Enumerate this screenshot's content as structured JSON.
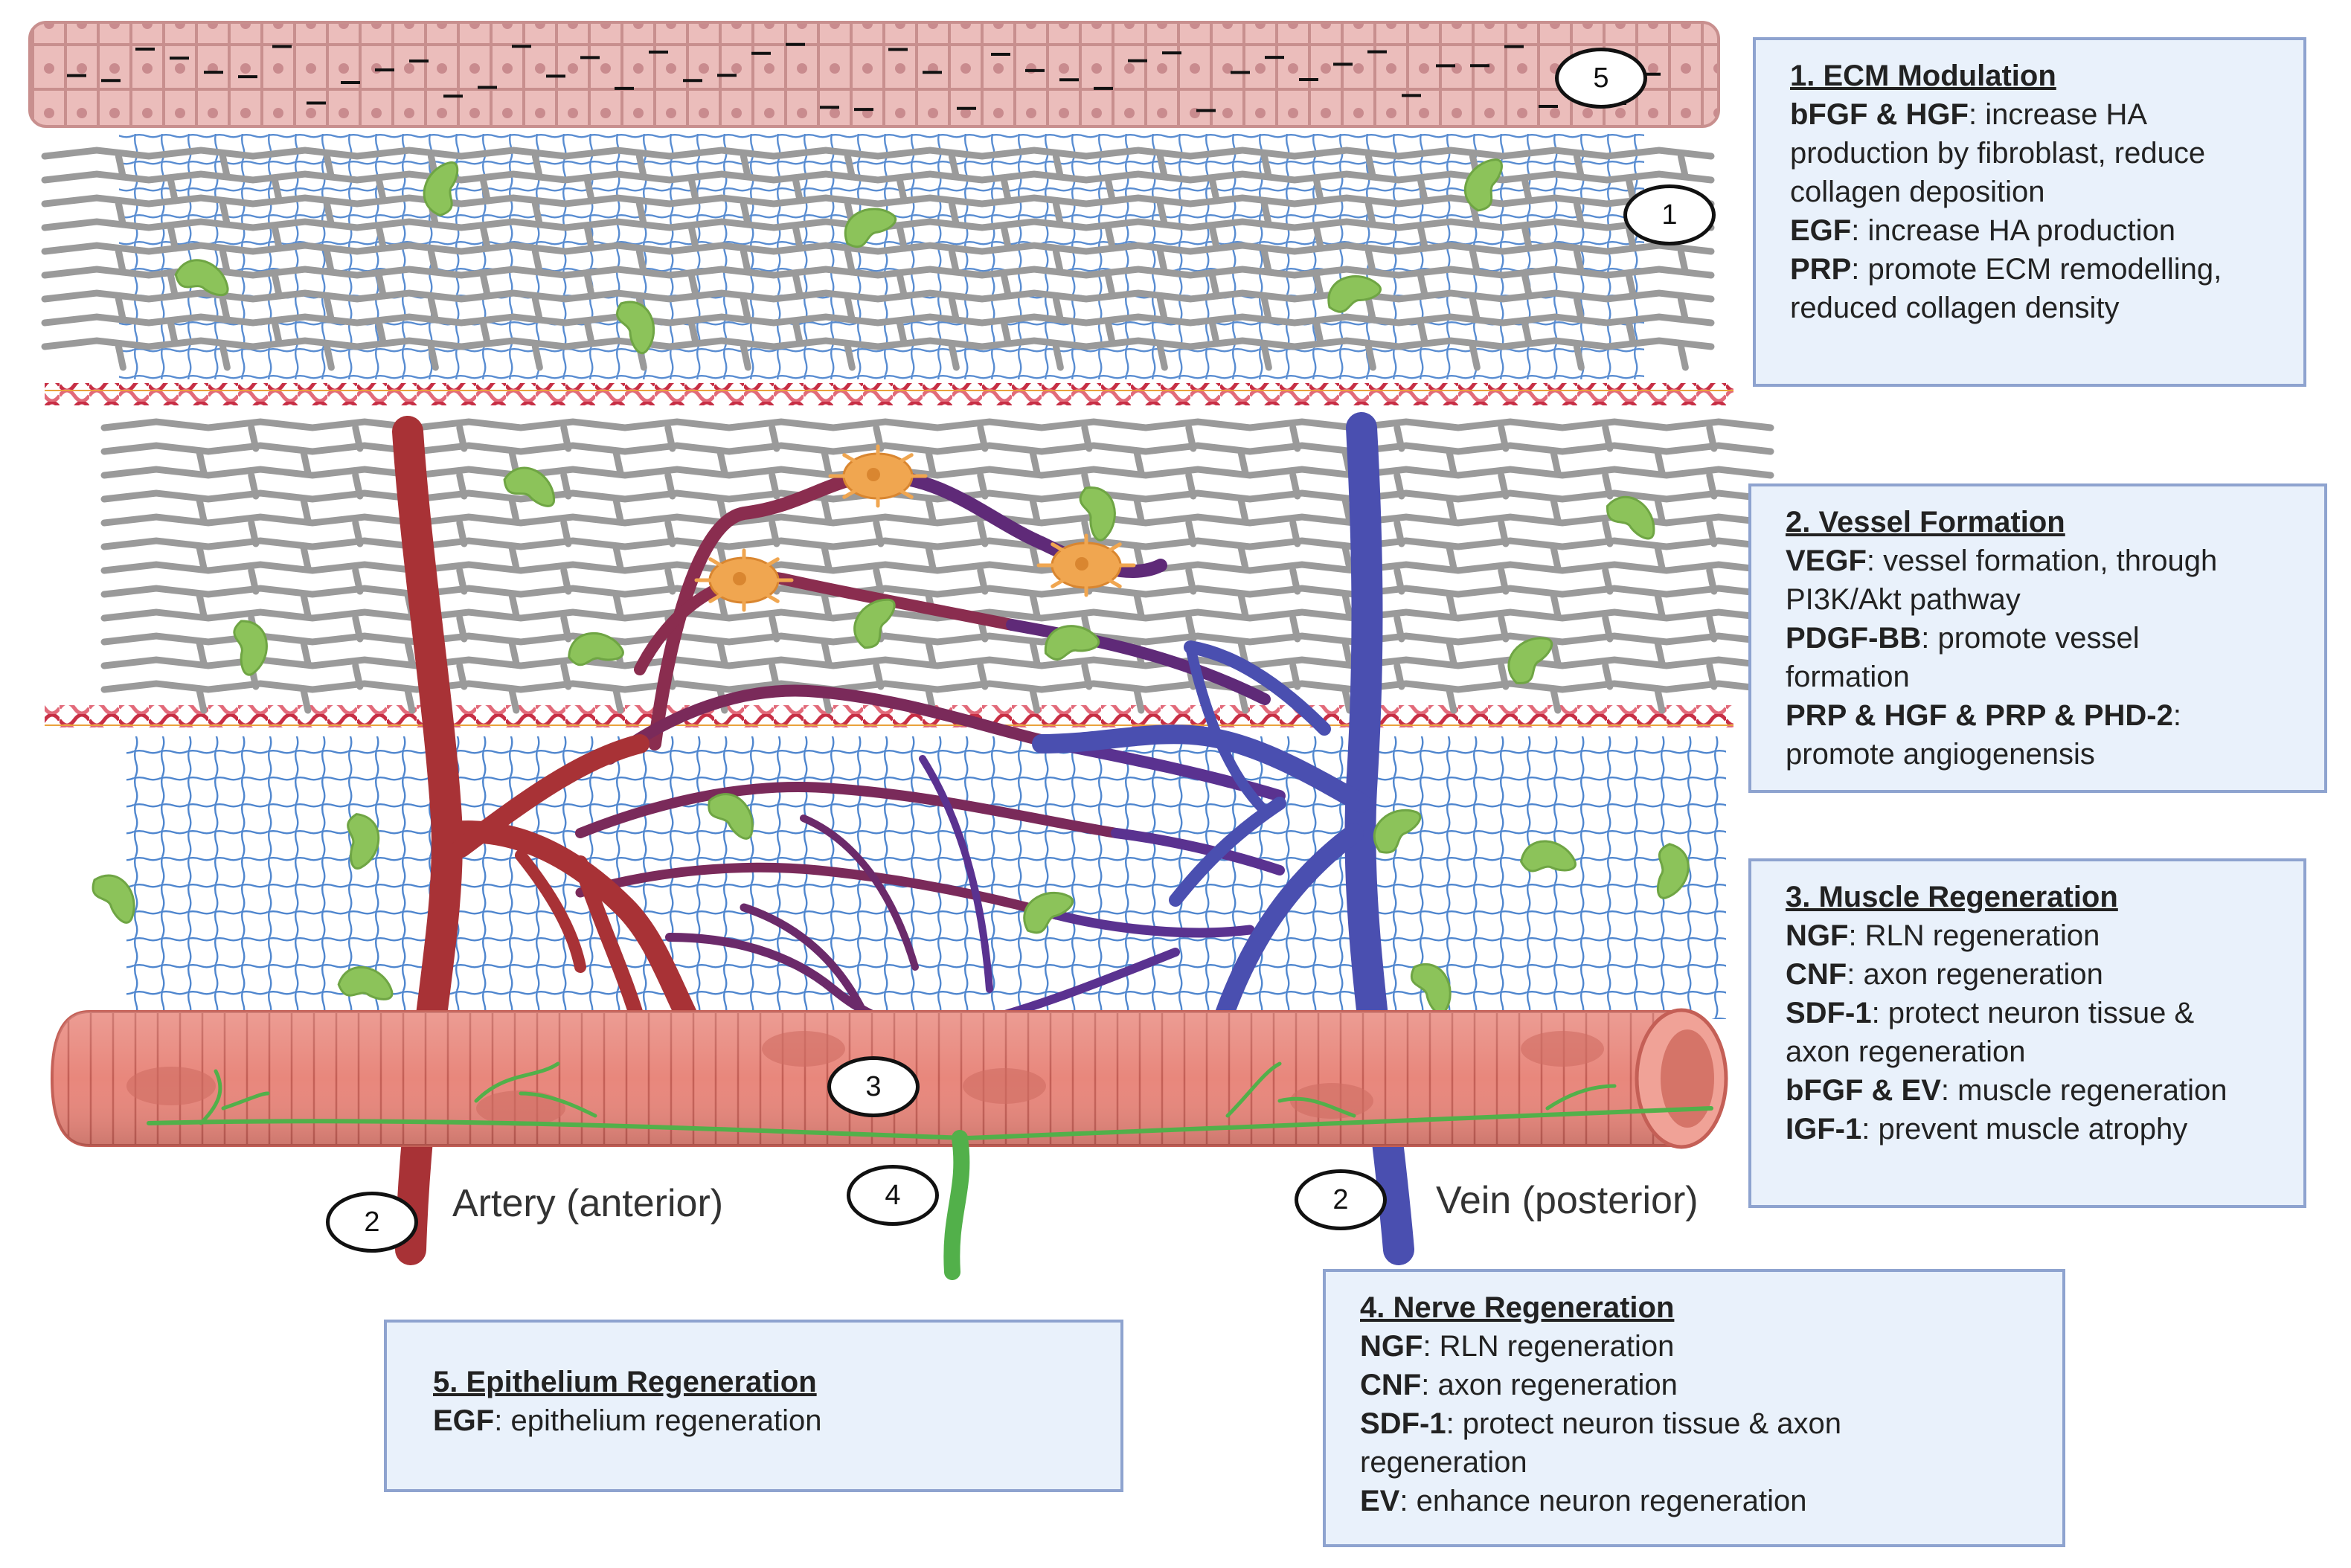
{
  "panels": [
    {
      "title": "1. ECM Modulation",
      "lines": [
        {
          "key": "bFGF & HGF",
          "text": ": increase HA"
        },
        {
          "key": "",
          "text": "production by fibroblast, reduce"
        },
        {
          "key": "",
          "text": "collagen deposition"
        },
        {
          "key": "EGF",
          "text": ": increase HA production"
        },
        {
          "key": "PRP",
          "text": ": promote ECM remodelling,"
        },
        {
          "key": "",
          "text": "reduced collagen density"
        }
      ]
    },
    {
      "title": "2. Vessel Formation",
      "lines": [
        {
          "key": "VEGF",
          "text": ": vessel formation, through"
        },
        {
          "key": "",
          "text": "PI3K/Akt pathway"
        },
        {
          "key": "PDGF-BB",
          "text": ": promote vessel"
        },
        {
          "key": "",
          "text": "formation"
        },
        {
          "key": "PRP & HGF & PRP & PHD-2",
          "text": ":"
        },
        {
          "key": "",
          "text": "promote angiogenensis"
        }
      ]
    },
    {
      "title": "3. Muscle Regeneration",
      "lines": [
        {
          "key": "NGF",
          "text": ": RLN regeneration"
        },
        {
          "key": "CNF",
          "text": ": axon regeneration"
        },
        {
          "key": "SDF-1",
          "text": ": protect neuron tissue &"
        },
        {
          "key": "",
          "text": "axon regeneration"
        },
        {
          "key": "bFGF & EV",
          "text": ": muscle regeneration"
        },
        {
          "key": "IGF-1",
          "text": ": prevent muscle atrophy"
        }
      ]
    },
    {
      "title": "4. Nerve Regeneration",
      "lines": [
        {
          "key": "NGF",
          "text": ": RLN regeneration"
        },
        {
          "key": "CNF",
          "text": ": axon regeneration"
        },
        {
          "key": "SDF-1",
          "text": ": protect neuron tissue & axon"
        },
        {
          "key": "",
          "text": "regeneration"
        },
        {
          "key": "EV",
          "text": ": enhance neuron regeneration"
        }
      ]
    },
    {
      "title": "5. Epithelium Regeneration",
      "lines": [
        {
          "key": "EGF",
          "text": ": epithelium regeneration"
        }
      ]
    }
  ],
  "labels": {
    "artery": "Artery (anterior)",
    "vein": "Vein (posterior)"
  },
  "markers": [
    "5",
    "1",
    "3",
    "4",
    "2",
    "2"
  ],
  "colors": {
    "epithelium": "#e8b7b5",
    "collagen": "#9a9a9a",
    "mesh": "#3b78c9",
    "artery": "#a83236",
    "vein": "#4a4fb0",
    "capillary": "#5f2a78",
    "muscle": "#e8877c",
    "nerve": "#52b04a",
    "fibroblast": "#8cc35a",
    "pericyte": "#f0a650",
    "panel_bg": "#e9f1fb",
    "panel_border": "#8ea3cf"
  },
  "icons": [
    "fibroblast-icon",
    "pericyte-icon"
  ]
}
